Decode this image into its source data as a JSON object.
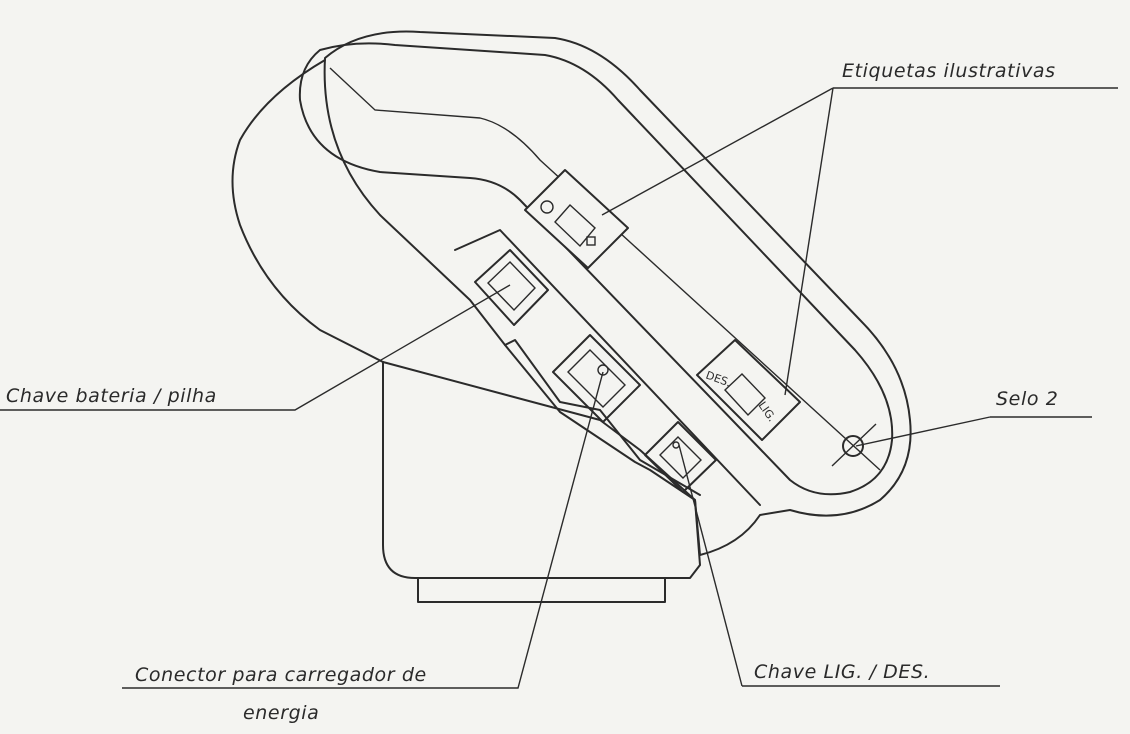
{
  "labels": {
    "etiquetas": "Etiquetas ilustrativas",
    "chave_bateria": "Chave bateria / pilha",
    "selo": "Selo 2",
    "conector_line1": "Conector para carregador de",
    "conector_line2": "energia",
    "chave_lig": "Chave LIG. / DES."
  },
  "device_marks": {
    "des": "DES.",
    "lig": "LIG."
  }
}
